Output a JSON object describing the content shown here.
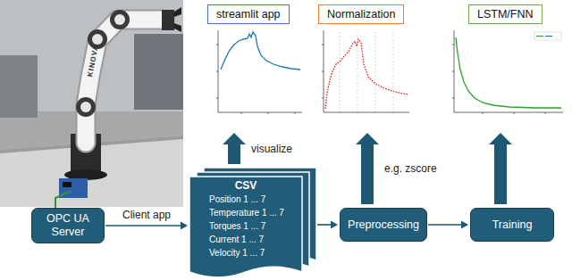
{
  "diagram": {
    "nodes": [
      {
        "text": [
          "streamlit app"
        ]
      },
      {
        "text": [
          "Normalization"
        ]
      },
      {
        "text": [
          "LSTM/FNN"
        ]
      },
      {
        "text": [
          "OPC UA Server"
        ]
      },
      {
        "text": [
          "CSV",
          "Position 1 ... 7",
          "Temperature 1 ... 7",
          "Torques 1 ... 7",
          "Current 1 ... 7",
          "Velocity 1 ... 7"
        ]
      },
      {
        "text": [
          "Preprocessing"
        ]
      },
      {
        "text": [
          "Training"
        ]
      }
    ],
    "edges": [
      {
        "from": 3,
        "to": 4,
        "label": "Client app",
        "arrow": "to"
      },
      {
        "from": 4,
        "to": 5,
        "arrow": "to"
      },
      {
        "from": 5,
        "to": 6,
        "arrow": "to"
      },
      {
        "from": 4,
        "to": 0,
        "label": "visualize",
        "arrow": "to"
      },
      {
        "from": 5,
        "to": 1,
        "label": "e.g. zscore",
        "arrow": "to"
      },
      {
        "from": 6,
        "to": 2,
        "arrow": "to"
      }
    ],
    "labels": [
      "KINOVA"
    ]
  }
}
